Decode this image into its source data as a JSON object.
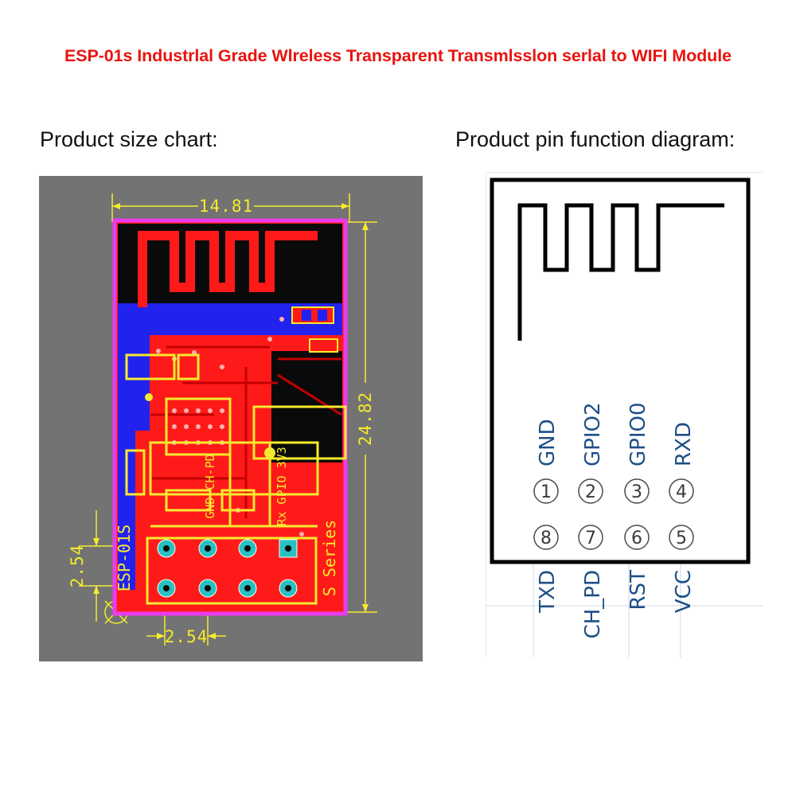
{
  "title": "ESP-01s Industrlal Grade Wlreless Transparent Transmlsslon serlal to WIFI Module",
  "size_chart": {
    "heading": "Product size chart:",
    "width_label": "14.81",
    "height_label": "24.82",
    "pitch_v_label": "2.54",
    "pitch_h_label": "2.54",
    "silk_left": "ESP-01S",
    "silk_right": "S Series",
    "silk_mid": [
      "Rx GPIO 3V3",
      "GND CH-PD"
    ],
    "colors": {
      "board": "#ff1a1a",
      "outline": "#e83cf0",
      "antenna_area": "#0a0a0a",
      "keepout": "#2222ee",
      "silk": "#f5eb2e",
      "pad": "#29c0c0"
    }
  },
  "pin_diagram": {
    "heading": "Product pin function diagram:",
    "top_row": [
      {
        "number": "1",
        "label": "GND"
      },
      {
        "number": "2",
        "label": "GPIO2"
      },
      {
        "number": "3",
        "label": "GPIO0"
      },
      {
        "number": "4",
        "label": "RXD"
      }
    ],
    "bottom_row": [
      {
        "number": "8",
        "label": "TXD"
      },
      {
        "number": "7",
        "label": "CH_PD"
      },
      {
        "number": "6",
        "label": "RST"
      },
      {
        "number": "5",
        "label": "VCC"
      }
    ]
  }
}
